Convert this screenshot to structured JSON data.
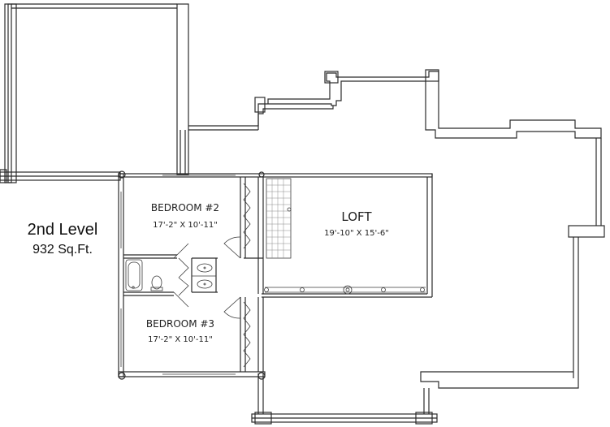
{
  "level": {
    "title": "2nd Level",
    "area": "932 Sq.Ft."
  },
  "rooms": [
    {
      "name": "BEDROOM #2",
      "size": "17'-2\" X 10'-11\""
    },
    {
      "name": "LOFT",
      "size": "19'-10\" X 15'-6\""
    },
    {
      "name": "BEDROOM #3",
      "size": "17'-2\" X 10'-11\""
    }
  ]
}
